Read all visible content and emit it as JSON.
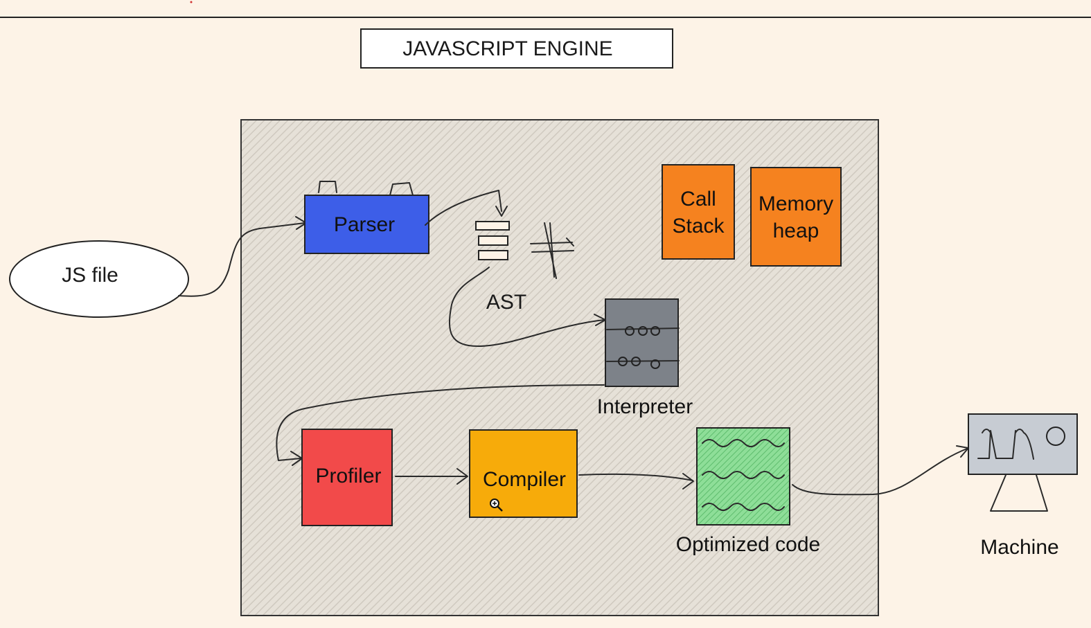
{
  "title": "JAVASCRIPT ENGINE",
  "nodes": {
    "js_file": "JS file",
    "parser": "Parser",
    "ast": "AST",
    "call_stack_line1": "Call",
    "call_stack_line2": "Stack",
    "memory_heap_line1": "Memory",
    "memory_heap_line2": "heap",
    "interpreter": "Interpreter",
    "profiler": "Profiler",
    "compiler": "Compiler",
    "optimized_code": "Optimized code",
    "machine": "Machine"
  },
  "colors": {
    "background": "#fdf3e7",
    "parser": "#3d5ee8",
    "call_stack": "#f5821f",
    "memory_heap": "#f5821f",
    "interpreter": "#7d8289",
    "profiler": "#f24a4a",
    "compiler": "#f7ab0a",
    "optimized_code": "#7dd58c",
    "machine_screen": "#c7ccd3"
  },
  "icons": {
    "cursor": "zoom-in-cursor-icon"
  }
}
